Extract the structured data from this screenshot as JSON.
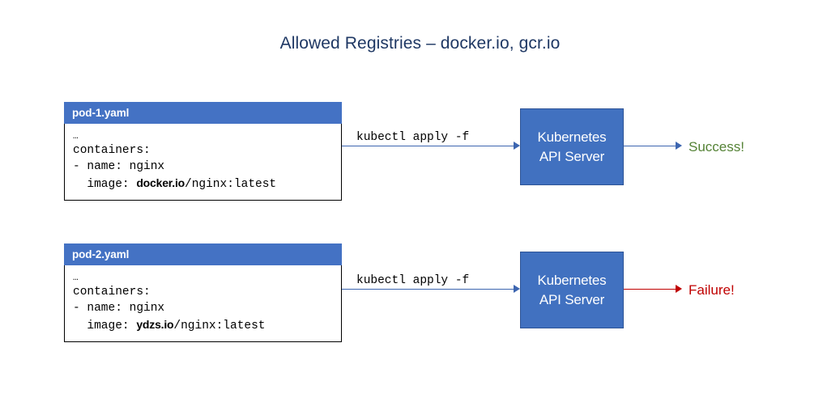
{
  "title": "Allowed Registries – docker.io, gcr.io",
  "colors": {
    "title": "#1F3864",
    "card_header": "#4472C4",
    "api_box_fill": "#4171C0",
    "api_box_border": "#2E5496",
    "arrow_blue": "#3C65B0",
    "arrow_red": "#C00000",
    "success_green": "#548235",
    "failure_red": "#C00000"
  },
  "flows": [
    {
      "card": {
        "filename": "pod-1.yaml",
        "lines": {
          "ellipsis": "…",
          "containers": "containers:",
          "name": "- name: nginx",
          "image_prefix": "  image: ",
          "image_registry": "docker.io",
          "image_suffix": "/nginx:latest"
        }
      },
      "command_label": "kubectl apply -f",
      "api_server": {
        "line1": "Kubernetes",
        "line2": "API Server"
      },
      "result": {
        "label": "Success!",
        "arrow_color": "#3C65B0"
      }
    },
    {
      "card": {
        "filename": "pod-2.yaml",
        "lines": {
          "ellipsis": "…",
          "containers": "containers:",
          "name": "- name: nginx",
          "image_prefix": "  image: ",
          "image_registry": "ydzs.io",
          "image_suffix": "/nginx:latest"
        }
      },
      "command_label": "kubectl apply -f",
      "api_server": {
        "line1": "Kubernetes",
        "line2": "API Server"
      },
      "result": {
        "label": "Failure!",
        "arrow_color": "#C00000"
      }
    }
  ]
}
